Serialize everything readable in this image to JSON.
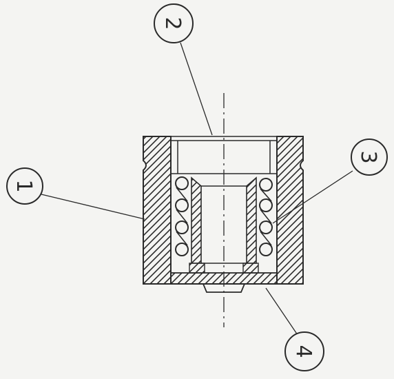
{
  "callouts": [
    {
      "id": "1",
      "label": "1"
    },
    {
      "id": "2",
      "label": "2"
    },
    {
      "id": "3",
      "label": "3"
    },
    {
      "id": "4",
      "label": "4"
    }
  ],
  "colors": {
    "paper": "#f4f4f2",
    "ink": "#2a2a2a"
  }
}
